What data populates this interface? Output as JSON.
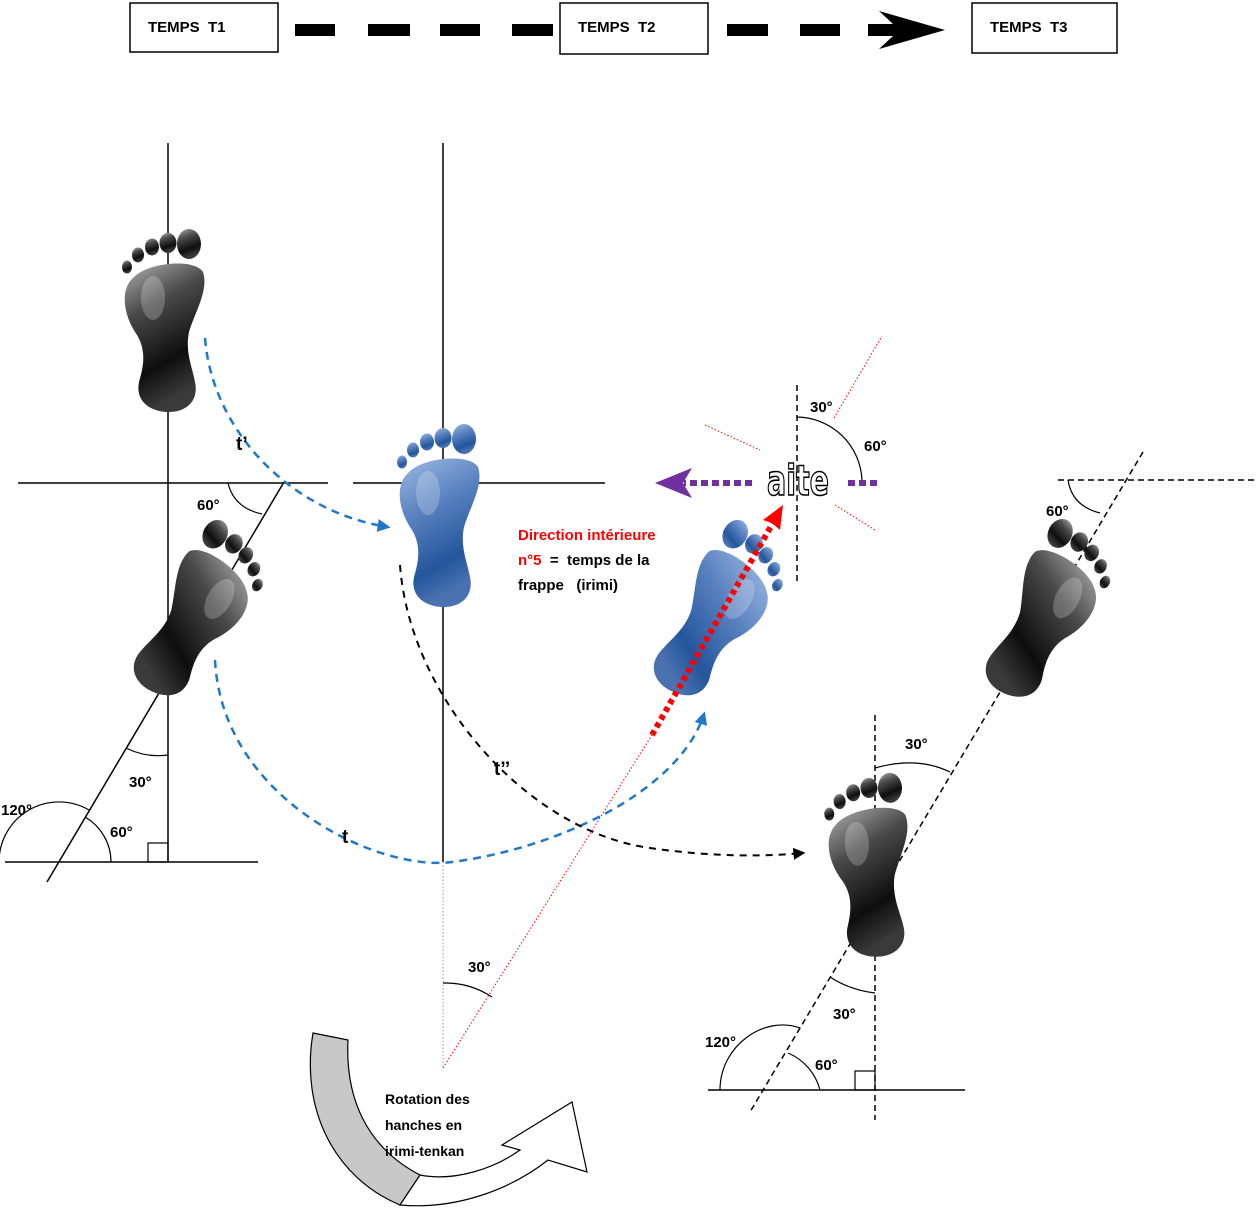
{
  "timeline": {
    "t1": "TEMPS  T1",
    "t2": "TEMPS  T2",
    "t3": "TEMPS  T3"
  },
  "paths": {
    "t_prime": "t’",
    "t_double_prime": "t’’",
    "t": "t"
  },
  "angles": {
    "left_top": "60°",
    "left_middle": "30°",
    "left_bottom_large": "120°",
    "left_bottom_small": "60°",
    "center_bottom": "30°",
    "aite_30": "30°",
    "aite_60": "60°",
    "right_top": "60°",
    "right_middle": "30°",
    "right_lower": "30°",
    "right_bottom_large": "120°",
    "right_bottom_small": "60°"
  },
  "aite": "aite",
  "direction_note": {
    "line1": "Direction intérieure",
    "number": "n°5",
    "line2": "  =  temps de la",
    "line3": "frappe   (irimi)"
  },
  "rotation_note": {
    "line1": "Rotation des",
    "line2": "hanches en",
    "line3": "irimi-tenkan"
  },
  "colors": {
    "blue_path": "#1f78c8",
    "red_direction": "#ff0000",
    "purple_arrow": "#7030a0",
    "black_path": "#000000"
  }
}
